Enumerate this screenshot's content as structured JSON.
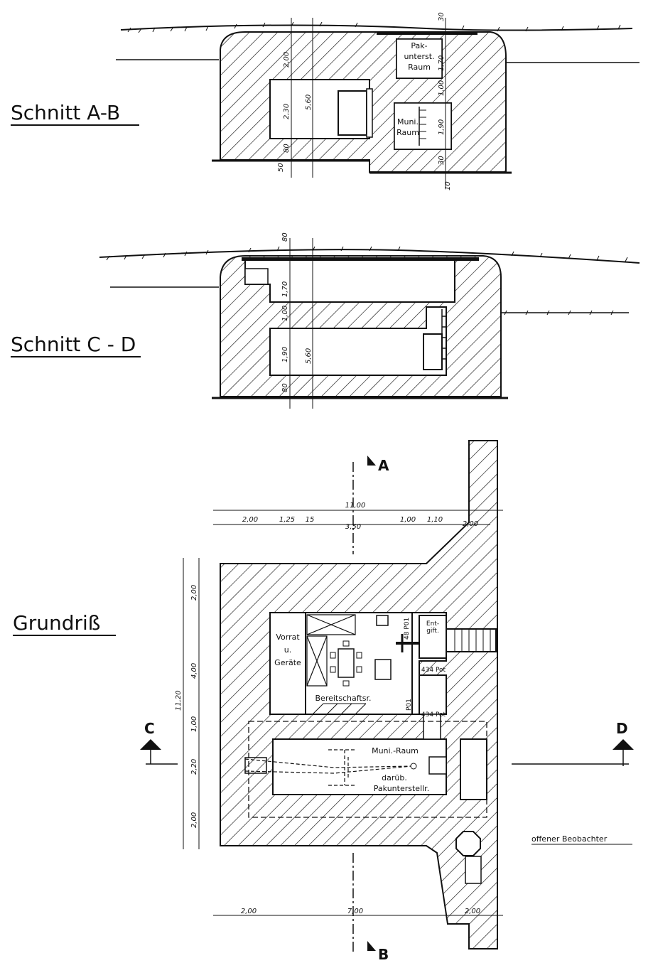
{
  "titles": {
    "section_ab": "Schnitt A-B",
    "section_cd": "Schnitt C - D",
    "plan": "Grundriß"
  },
  "section_ab": {
    "rooms": {
      "pak": [
        "Pak-",
        "unterst.",
        "Raum"
      ],
      "muni": [
        "Muni.",
        "Raum"
      ]
    },
    "dims": {
      "d1": "2,00",
      "d2": "2,30",
      "d3": "5,60",
      "d4": "80",
      "d5": "50",
      "d6": "1,70",
      "d7": "1,00",
      "d8": "1,90",
      "d9": "30",
      "d10": "10",
      "d11": "30"
    }
  },
  "section_cd": {
    "dims": {
      "d1": "80",
      "d2": "1,70",
      "d3": "1,00",
      "d4": "1,90",
      "d5": "5,60",
      "d6": "80"
    }
  },
  "plan": {
    "rooms": {
      "vorrat": [
        "Vorrat",
        "u.",
        "Geräte"
      ],
      "bereitschaft": "Bereitschaftsr.",
      "muni": "Muni.-Raum",
      "darueb": "darüb.",
      "pak": "Pakunterstellr.",
      "ent": [
        "Ent-",
        "gift."
      ],
      "pot1": "434 Pot",
      "pot2": "434 Pot",
      "door1": "48 P01",
      "door2": "P01"
    },
    "dims_top": {
      "overall": "11,00",
      "a": "2,00",
      "b": "1,25",
      "c": "15",
      "d": "3,50",
      "e": "1,00",
      "f": "1,10",
      "g": "2,00"
    },
    "dims_left": {
      "overall": "11,20",
      "a": "2,00",
      "b": "4,00",
      "c": "1,00",
      "d": "2,20",
      "e": "2,00"
    },
    "dims_bottom": {
      "a": "2,00",
      "b": "7,00",
      "c": "2,00"
    },
    "sections": {
      "a": "A",
      "b": "B",
      "c": "C",
      "d": "D"
    },
    "observer": "offener Beobachter"
  }
}
